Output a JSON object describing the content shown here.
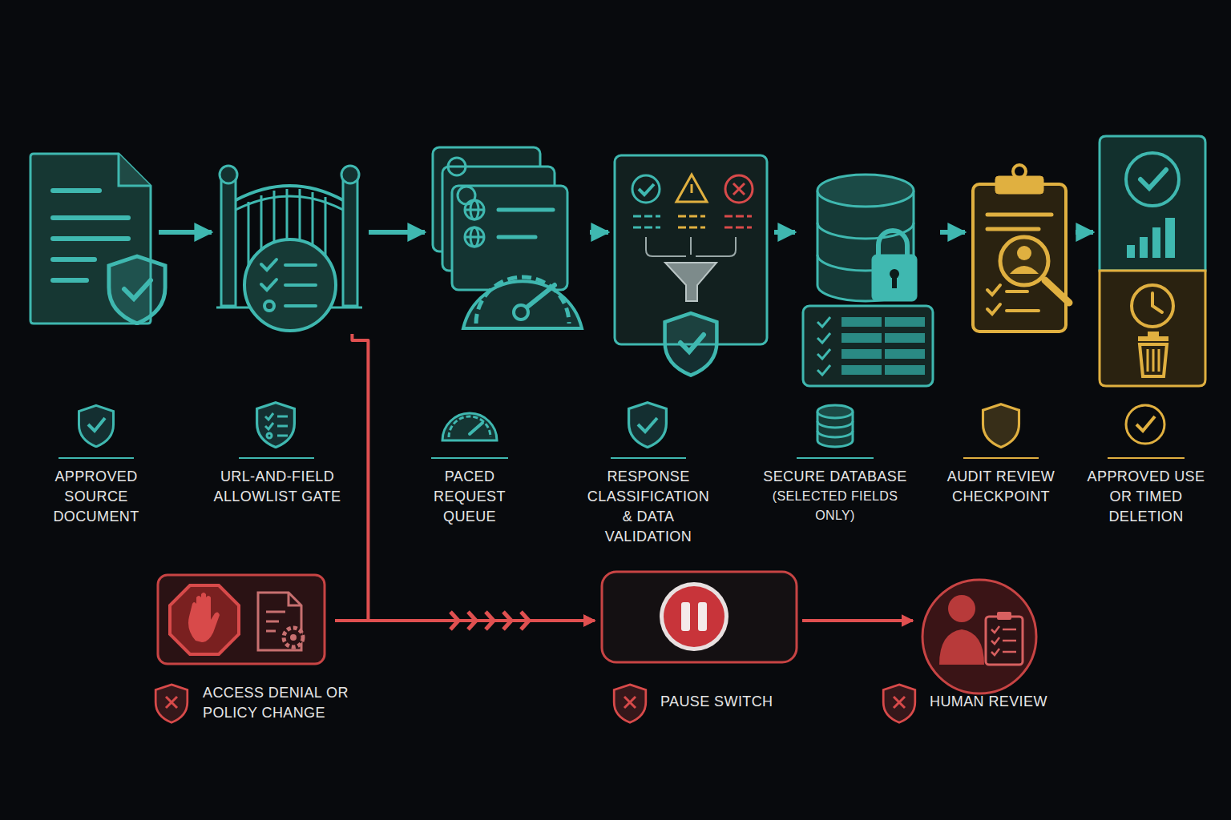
{
  "diagram": {
    "nodes": [
      {
        "text": [
          "APPROVED SOURCE DOCUMENT"
        ]
      },
      {
        "text": [
          "URL-AND-FIELD ALLOWLIST GATE"
        ]
      },
      {
        "text": [
          "PACED REQUEST QUEUE"
        ]
      },
      {
        "text": [
          "RESPONSE CLASSIFICATION & DATA VALIDATION"
        ]
      },
      {
        "text": [
          "SECURE DATABASE",
          "(SELECTED FIELDS ONLY)"
        ]
      },
      {
        "text": [
          "AUDIT REVIEW CHECKPOINT"
        ]
      },
      {
        "text": [
          "APPROVED USE OR TIMED DELETION"
        ]
      },
      {
        "text": [
          "ACCESS DENIAL OR POLICY CHANGE"
        ]
      },
      {
        "text": [
          "PAUSE SWITCH"
        ]
      },
      {
        "text": [
          "HUMAN REVIEW"
        ]
      }
    ],
    "edges": [
      {
        "from": 0,
        "to": 1,
        "arrow": "to"
      },
      {
        "from": 1,
        "to": 2,
        "arrow": "to"
      },
      {
        "from": 2,
        "to": 3,
        "arrow": "to"
      },
      {
        "from": 3,
        "to": 4,
        "arrow": "to"
      },
      {
        "from": 4,
        "to": 5,
        "arrow": "to"
      },
      {
        "from": 5,
        "to": 6,
        "arrow": "to"
      },
      {
        "from": 1,
        "to": 8,
        "arrow": "to"
      },
      {
        "from": 7,
        "to": 8,
        "arrow": "to"
      },
      {
        "from": 8,
        "to": 9,
        "arrow": "to"
      }
    ]
  }
}
